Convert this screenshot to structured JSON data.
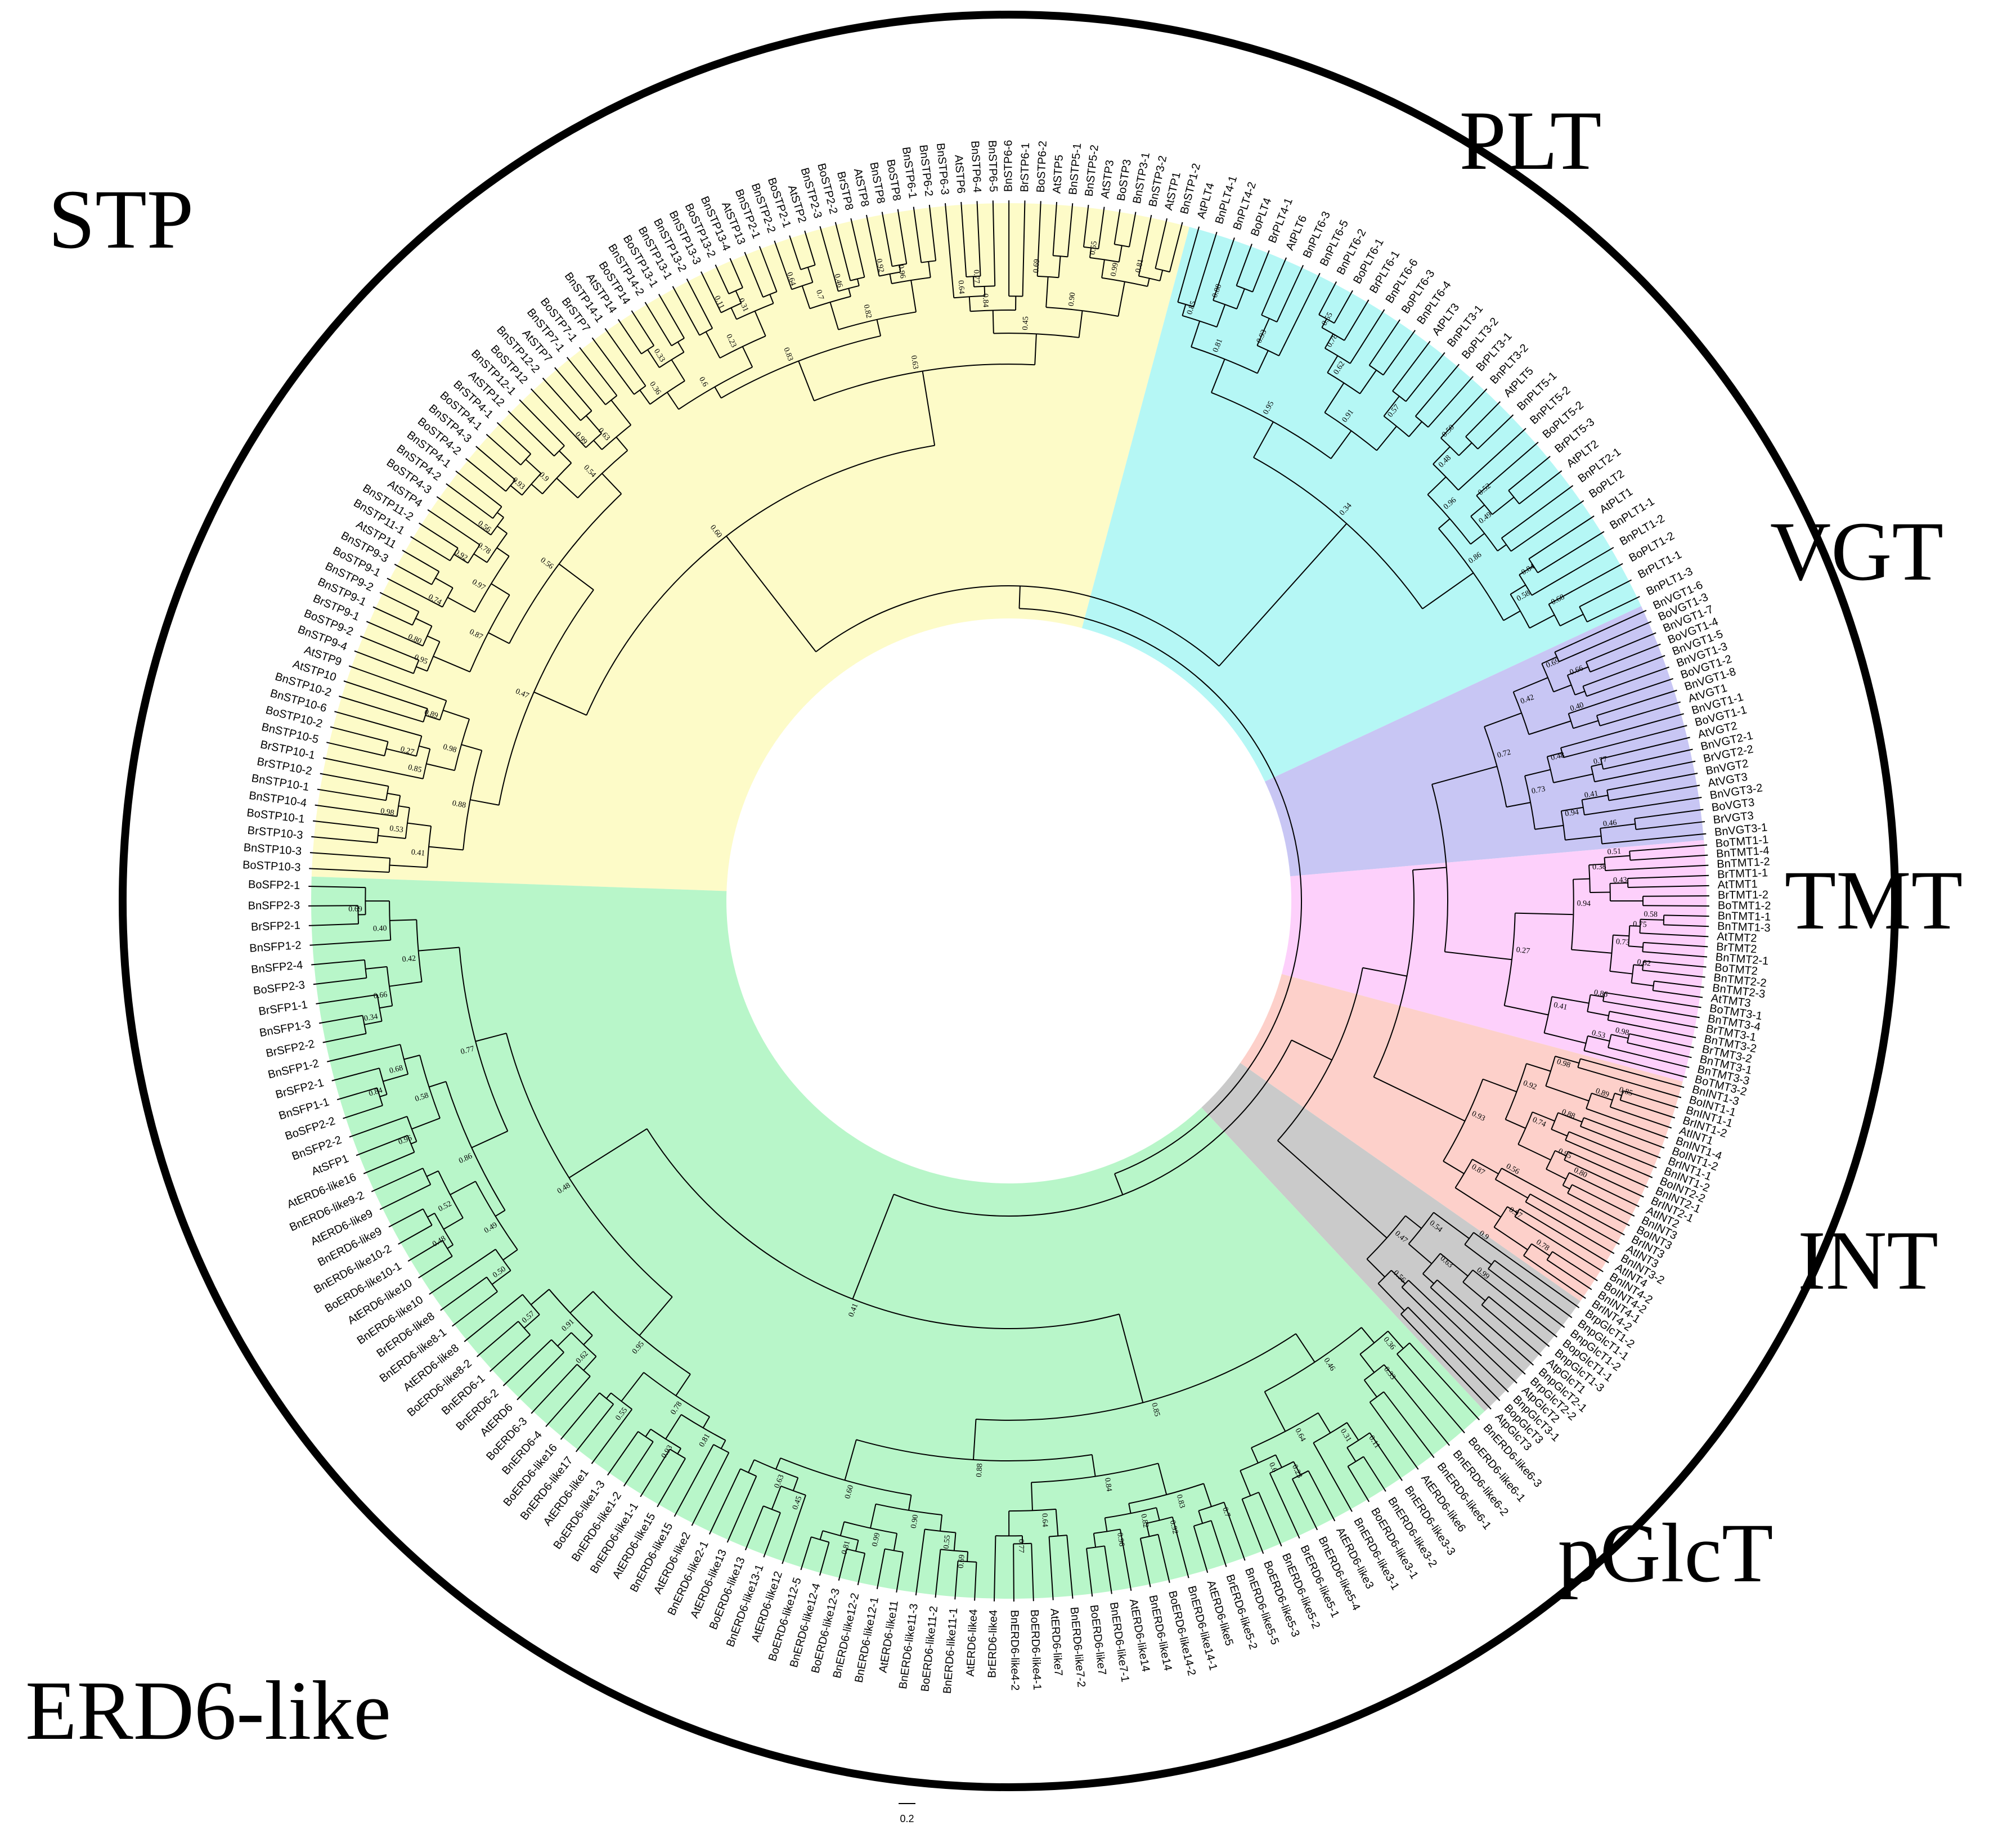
{
  "clades": [
    {
      "id": "stp",
      "name": "STP",
      "color": "#fdfbc8"
    },
    {
      "id": "plt",
      "name": "PLT",
      "color": "#b5f7f5"
    },
    {
      "id": "vgt",
      "name": "VGT",
      "color": "#c8c6f4"
    },
    {
      "id": "tmt",
      "name": "TMT",
      "color": "#fdd0fb"
    },
    {
      "id": "int",
      "name": "INT",
      "color": "#fdd0ca"
    },
    {
      "id": "pglct",
      "name": "pGlcT",
      "color": "#cacaca"
    },
    {
      "id": "erd6",
      "name": "ERD6-like",
      "color": "#b8f6c9"
    }
  ],
  "leaves": {
    "stp": [
      "BoSTP10-3",
      "BnSTP10-3",
      "BrSTP10-3",
      "BoSTP10-1",
      "BnSTP10-4",
      "BnSTP10-1",
      "BrSTP10-2",
      "BrSTP10-1",
      "BnSTP10-5",
      "BoSTP10-2",
      "BnSTP10-6",
      "BnSTP10-2",
      "AtSTP10",
      "AtSTP9",
      "BnSTP9-4",
      "BoSTP9-2",
      "BrSTP9-1",
      "BnSTP9-1",
      "BnSTP9-2",
      "BoSTP9-1",
      "BnSTP9-3",
      "AtSTP11",
      "BnSTP11-1",
      "BnSTP11-2",
      "AtSTP4",
      "BoSTP4-3",
      "BnSTP4-2",
      "BnSTP4-1",
      "BoSTP4-2",
      "BnSTP4-3",
      "BoSTP4-1",
      "BrSTP4-1",
      "AtSTP12",
      "BnSTP12-1",
      "BoSTP12",
      "BnSTP12-2",
      "AtSTP7",
      "BnSTP7-1",
      "BoSTP7-1",
      "BrSTP7",
      "BnSTP14-1",
      "AtSTP14",
      "BoSTP14",
      "BnSTP14-2",
      "BoSTP13-1",
      "BnSTP13-1",
      "BnSTP13-2",
      "BnSTP13-3",
      "BoSTP13-2",
      "BnSTP13-4",
      "AtSTP13",
      "BnSTP2-1",
      "BnSTP2-2",
      "BoSTP2-1",
      "AtSTP2",
      "BnSTP2-3",
      "BoSTP2-2",
      "BrSTP8",
      "AtSTP8",
      "BnSTP8",
      "BoSTP8",
      "BnSTP6-1",
      "BnSTP6-2",
      "BnSTP6-3",
      "AtSTP6",
      "BnSTP6-4",
      "BnSTP6-5",
      "BnSTP6-6",
      "BrSTP6-1",
      "BoSTP6-2",
      "AtSTP5",
      "BnSTP5-1",
      "BnSTP5-2",
      "AtSTP3",
      "BoSTP3",
      "BnSTP3-1",
      "BnSTP3-2",
      "AtSTP1",
      "BnSTP1-2"
    ],
    "plt": [
      "AtPLT4",
      "BnPLT4-1",
      "BnPLT4-2",
      "BoPLT4",
      "BrPLT4-1",
      "AtPLT6",
      "BnPLT6-3",
      "BnPLT6-5",
      "BnPLT6-2",
      "BoPLT6-1",
      "BrPLT6-1",
      "BnPLT6-6",
      "BoPLT6-3",
      "BnPLT6-4",
      "AtPLT3",
      "BnPLT3-1",
      "BoPLT3-2",
      "BrPLT3-1",
      "BnPLT3-2",
      "AtPLT5",
      "BnPLT5-1",
      "BnPLT5-2",
      "BoPLT5-2",
      "BrPLT5-3",
      "AtPLT2",
      "BnPLT2-1",
      "BoPLT2",
      "AtPLT1",
      "BnPLT1-1",
      "BnPLT1-2",
      "BoPLT1-2",
      "BrPLT1-1",
      "BnPLT1-3"
    ],
    "vgt": [
      "BnVGT1-6",
      "BoVGT1-3",
      "BnVGT1-7",
      "BoVGT1-4",
      "BnVGT1-5",
      "BnVGT1-3",
      "BoVGT1-2",
      "BnVGT1-8",
      "AtVGT1",
      "BnVGT1-1",
      "BoVGT1-1",
      "AtVGT2",
      "BnVGT2-1",
      "BrVGT2-2",
      "BnVGT2",
      "AtVGT3",
      "BnVGT3-2",
      "BoVGT3",
      "BrVGT3",
      "BnVGT3-1"
    ],
    "tmt": [
      "BoTMT1-1",
      "BnTMT1-4",
      "BnTMT1-2",
      "BrTMT1-1",
      "AtTMT1",
      "BrTMT1-2",
      "BoTMT1-2",
      "BnTMT1-1",
      "BnTMT1-3",
      "AtTMT2",
      "BrTMT2",
      "BnTMT2-1",
      "BoTMT2",
      "BnTMT2-2",
      "BnTMT2-3",
      "AtTMT3",
      "BoTMT3-1",
      "BnTMT3-4",
      "BrTMT3-1",
      "BnTMT3-2",
      "BrTMT3-2",
      "BnTMT3-1",
      "BnTMT3-3",
      "BoTMT3-2"
    ],
    "int": [
      "BnINT1-3",
      "BoINT1-1",
      "BnINT1-1",
      "BrINT1-2",
      "AtINT1",
      "BnINT1-4",
      "BoINT1-2",
      "BrINT1-1",
      "BnINT1-2",
      "BoINT2-2",
      "BnINT2-1",
      "BrINT2-1",
      "AtINT2",
      "BnINT3",
      "BoINT3",
      "BrINT3",
      "AtINT3",
      "BnINT3-2",
      "AtINT4",
      "BnINT4-2",
      "BoINT4-2",
      "BnINT4-1",
      "BrINT4-2"
    ],
    "pglct": [
      "BrpGlcT1-2",
      "BnpGlcT1-1",
      "BnpGlcT1-2",
      "BopGlcT1-1",
      "BnpGlcT1-3",
      "AtpGlcT1",
      "BnpGlcT2-1",
      "BrpGlcT2-2",
      "AtpGlcT2",
      "BnpGlcT3-1",
      "BopGlcT3",
      "AtpGlcT3"
    ],
    "erd6": [
      "BnERD6-like6-3",
      "BoERD6-like6-1",
      "BnERD6-like6-2",
      "BnERD6-like6-1",
      "AtERD6-like6",
      "BnERD6-like3-3",
      "BnERD6-like3-2",
      "BoERD6-like3-1",
      "BnERD6-like3-1",
      "AtERD6-like3",
      "BnERD6-like5-4",
      "BrERD6-like5-1",
      "BnERD6-like5-2",
      "BoERD6-like5-3",
      "BnERD6-like5-5",
      "BrERD6-like5-2",
      "AtERD6-like5",
      "BnERD6-like14-1",
      "BoERD6-like14-2",
      "BnERD6-like14",
      "AtERD6-like14",
      "BnERD6-like7-1",
      "BoERD6-like7",
      "BnERD6-like7-2",
      "AtERD6-like7",
      "BoERD6-like4-1",
      "BnERD6-like4-2",
      "BrERD6-like4",
      "AtERD6-like4",
      "BnERD6-like11-1",
      "BoERD6-like11-2",
      "BnERD6-like11-3",
      "AtERD6-like11",
      "BnERD6-like12-1",
      "BnERD6-like12-2",
      "BoERD6-like12-3",
      "BnERD6-like12-4",
      "BoERD6-like12-5",
      "AtERD6-like12",
      "BnERD6-like13-1",
      "BoERD6-like13",
      "AtERD6-like13",
      "BnERD6-like2-1",
      "AtERD6-like2",
      "BnERD6-like15",
      "AtERD6-like15",
      "BnERD6-like1-1",
      "BnERD6-like1-2",
      "BoERD6-like1-3",
      "AtERD6-like1",
      "BnERD6-like17",
      "BoERD6-like16",
      "BnERD6-4",
      "BoERD6-3",
      "AtERD6",
      "BnERD6-2",
      "BnERD6-1",
      "BoERD6-like8-2",
      "AtERD6-like8",
      "BnERD6-like8-1",
      "BrERD6-like8",
      "BnERD6-like10",
      "AtERD6-like10",
      "BoERD6-like10-1",
      "BnERD6-like10-2",
      "BnERD6-like9",
      "AtERD6-like9",
      "BnERD6-like9-2",
      "AtERD6-like16",
      "AtSFP1",
      "BnSFP2-2",
      "BoSFP2-2",
      "BnSFP1-1",
      "BrSFP2-1",
      "BnSFP1-2",
      "BrSFP2-2",
      "BnSFP1-3",
      "BrSFP1-1",
      "BoSFP2-3",
      "BnSFP2-4",
      "BnSFP1-2",
      "BrSFP2-1",
      "BnSFP2-3",
      "BoSFP2-1"
    ]
  },
  "support_values": [
    "0.98",
    "0.53",
    "0.41",
    "0.27",
    "0.85",
    "0.89",
    "0.98",
    "0.88",
    "0.80",
    "0.95",
    "0.74",
    "0.92",
    "0.56",
    "0.78",
    "0.97",
    "0.87",
    "0.93",
    "0.9",
    "0.99",
    "0.63",
    "0.54",
    "0.56",
    "0.47",
    "0.33",
    "0.36",
    "0.11",
    "0.31",
    "0.23",
    "0.6",
    "0.64",
    "0.46",
    "0.7",
    "0.92",
    "0.96",
    "0.82",
    "0.83",
    "0.77",
    "0.64",
    "0.84",
    "0.69",
    "0.55",
    "0.81",
    "0.99",
    "0.90",
    "0.45",
    "0.63",
    "0.60",
    "0.88",
    "0.85",
    "0.93",
    "0.81",
    "0.55",
    "0.78",
    "0.62",
    "0.57",
    "0.91",
    "0.95",
    "0.50",
    "0.48",
    "0.52",
    "0.49",
    "0.96",
    "0.84",
    "0.68",
    "0.58",
    "0.86",
    "0.34",
    "0.66",
    "0.69",
    "0.40",
    "0.42",
    "0.77",
    "0.48",
    "0.41",
    "0.46",
    "0.94",
    "0.73",
    "0.72",
    "0.51",
    "0.43",
    "0.38",
    "0.58",
    "0.75",
    "0.82",
    "0.73",
    "0.94",
    "0.86"
  ],
  "scale_bar": {
    "label": "0.2"
  }
}
